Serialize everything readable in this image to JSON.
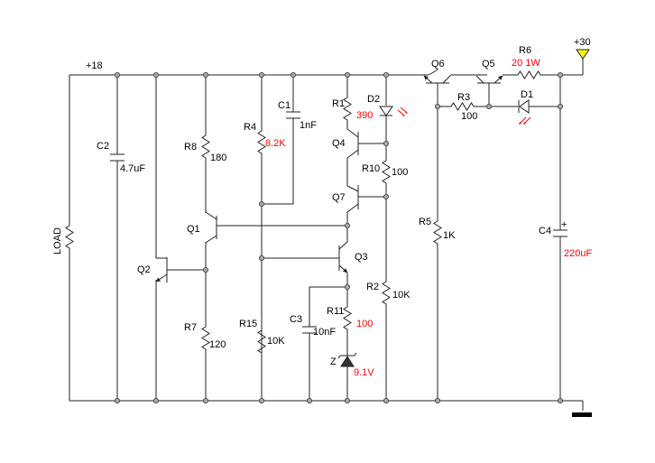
{
  "colors": {
    "wire": "#222222",
    "value_highlight": "#ff0000",
    "led_light": "#ff0000",
    "supply_triangle": "#ffff00",
    "junction": "#aaaaaa"
  },
  "supplies": {
    "v18_label": "+18",
    "v30_label": "+30"
  },
  "components": {
    "load": "LOAD",
    "c2": {
      "name": "C2",
      "value": "4.7uF"
    },
    "q2": "Q2",
    "q1": "Q1",
    "r8": {
      "name": "R8",
      "value": "180"
    },
    "r7": {
      "name": "R7",
      "value": "120"
    },
    "r4": {
      "name": "R4",
      "value": "8.2K"
    },
    "r15": {
      "name": "R15",
      "value": "10K"
    },
    "c1": {
      "name": "C1",
      "value": "1nF"
    },
    "c3": {
      "name": "C3",
      "value": "10nF"
    },
    "r1": {
      "name": "R1",
      "value": "390"
    },
    "d2": "D2",
    "q4": "Q4",
    "q7": "Q7",
    "r10": {
      "name": "R10",
      "value": "100"
    },
    "q3": "Q3",
    "r11": {
      "name": "R11",
      "value": "100"
    },
    "z": {
      "name": "Z",
      "value": "9.1V"
    },
    "r2": {
      "name": "R2",
      "value": "10K"
    },
    "q6": "Q6",
    "q5": "Q5",
    "r3": {
      "name": "R3",
      "value": "100"
    },
    "r6": {
      "name": "R6",
      "value": "20 1W"
    },
    "d1": "D1",
    "r5": {
      "name": "R5",
      "value": "1K"
    },
    "c4": {
      "name": "C4",
      "value": "220uF",
      "polarity": "+"
    }
  }
}
